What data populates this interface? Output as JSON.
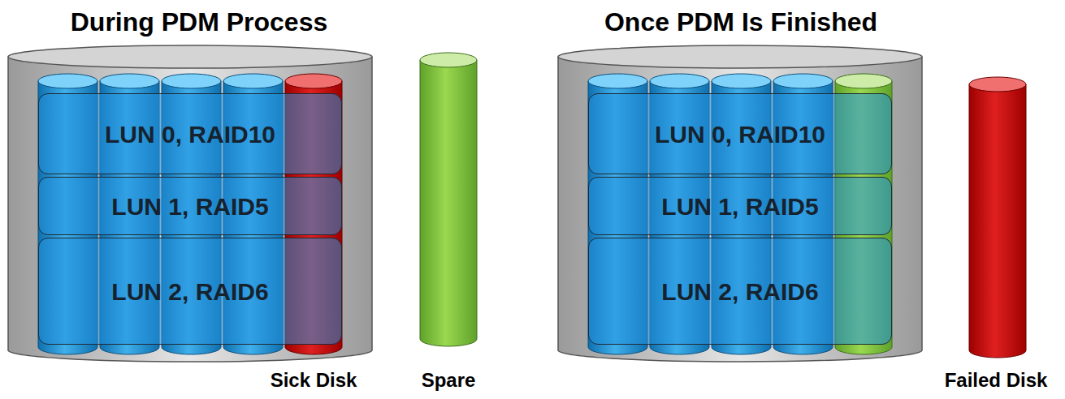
{
  "diagram": {
    "nodes": [
      {
        "text": [
          "LUN 0, RAID10"
        ]
      },
      {
        "text": [
          "LUN 1, RAID5"
        ]
      },
      {
        "text": [
          "LUN 2, RAID6"
        ]
      },
      {
        "text": [
          "LUN 0, RAID10"
        ]
      },
      {
        "text": [
          "LUN 1, RAID5"
        ]
      },
      {
        "text": [
          "LUN 2, RAID6"
        ]
      }
    ],
    "labels": [
      "During PDM Process",
      "Once PDM Is Finished",
      "Sick Disk",
      "Spare",
      "Failed Disk"
    ]
  }
}
